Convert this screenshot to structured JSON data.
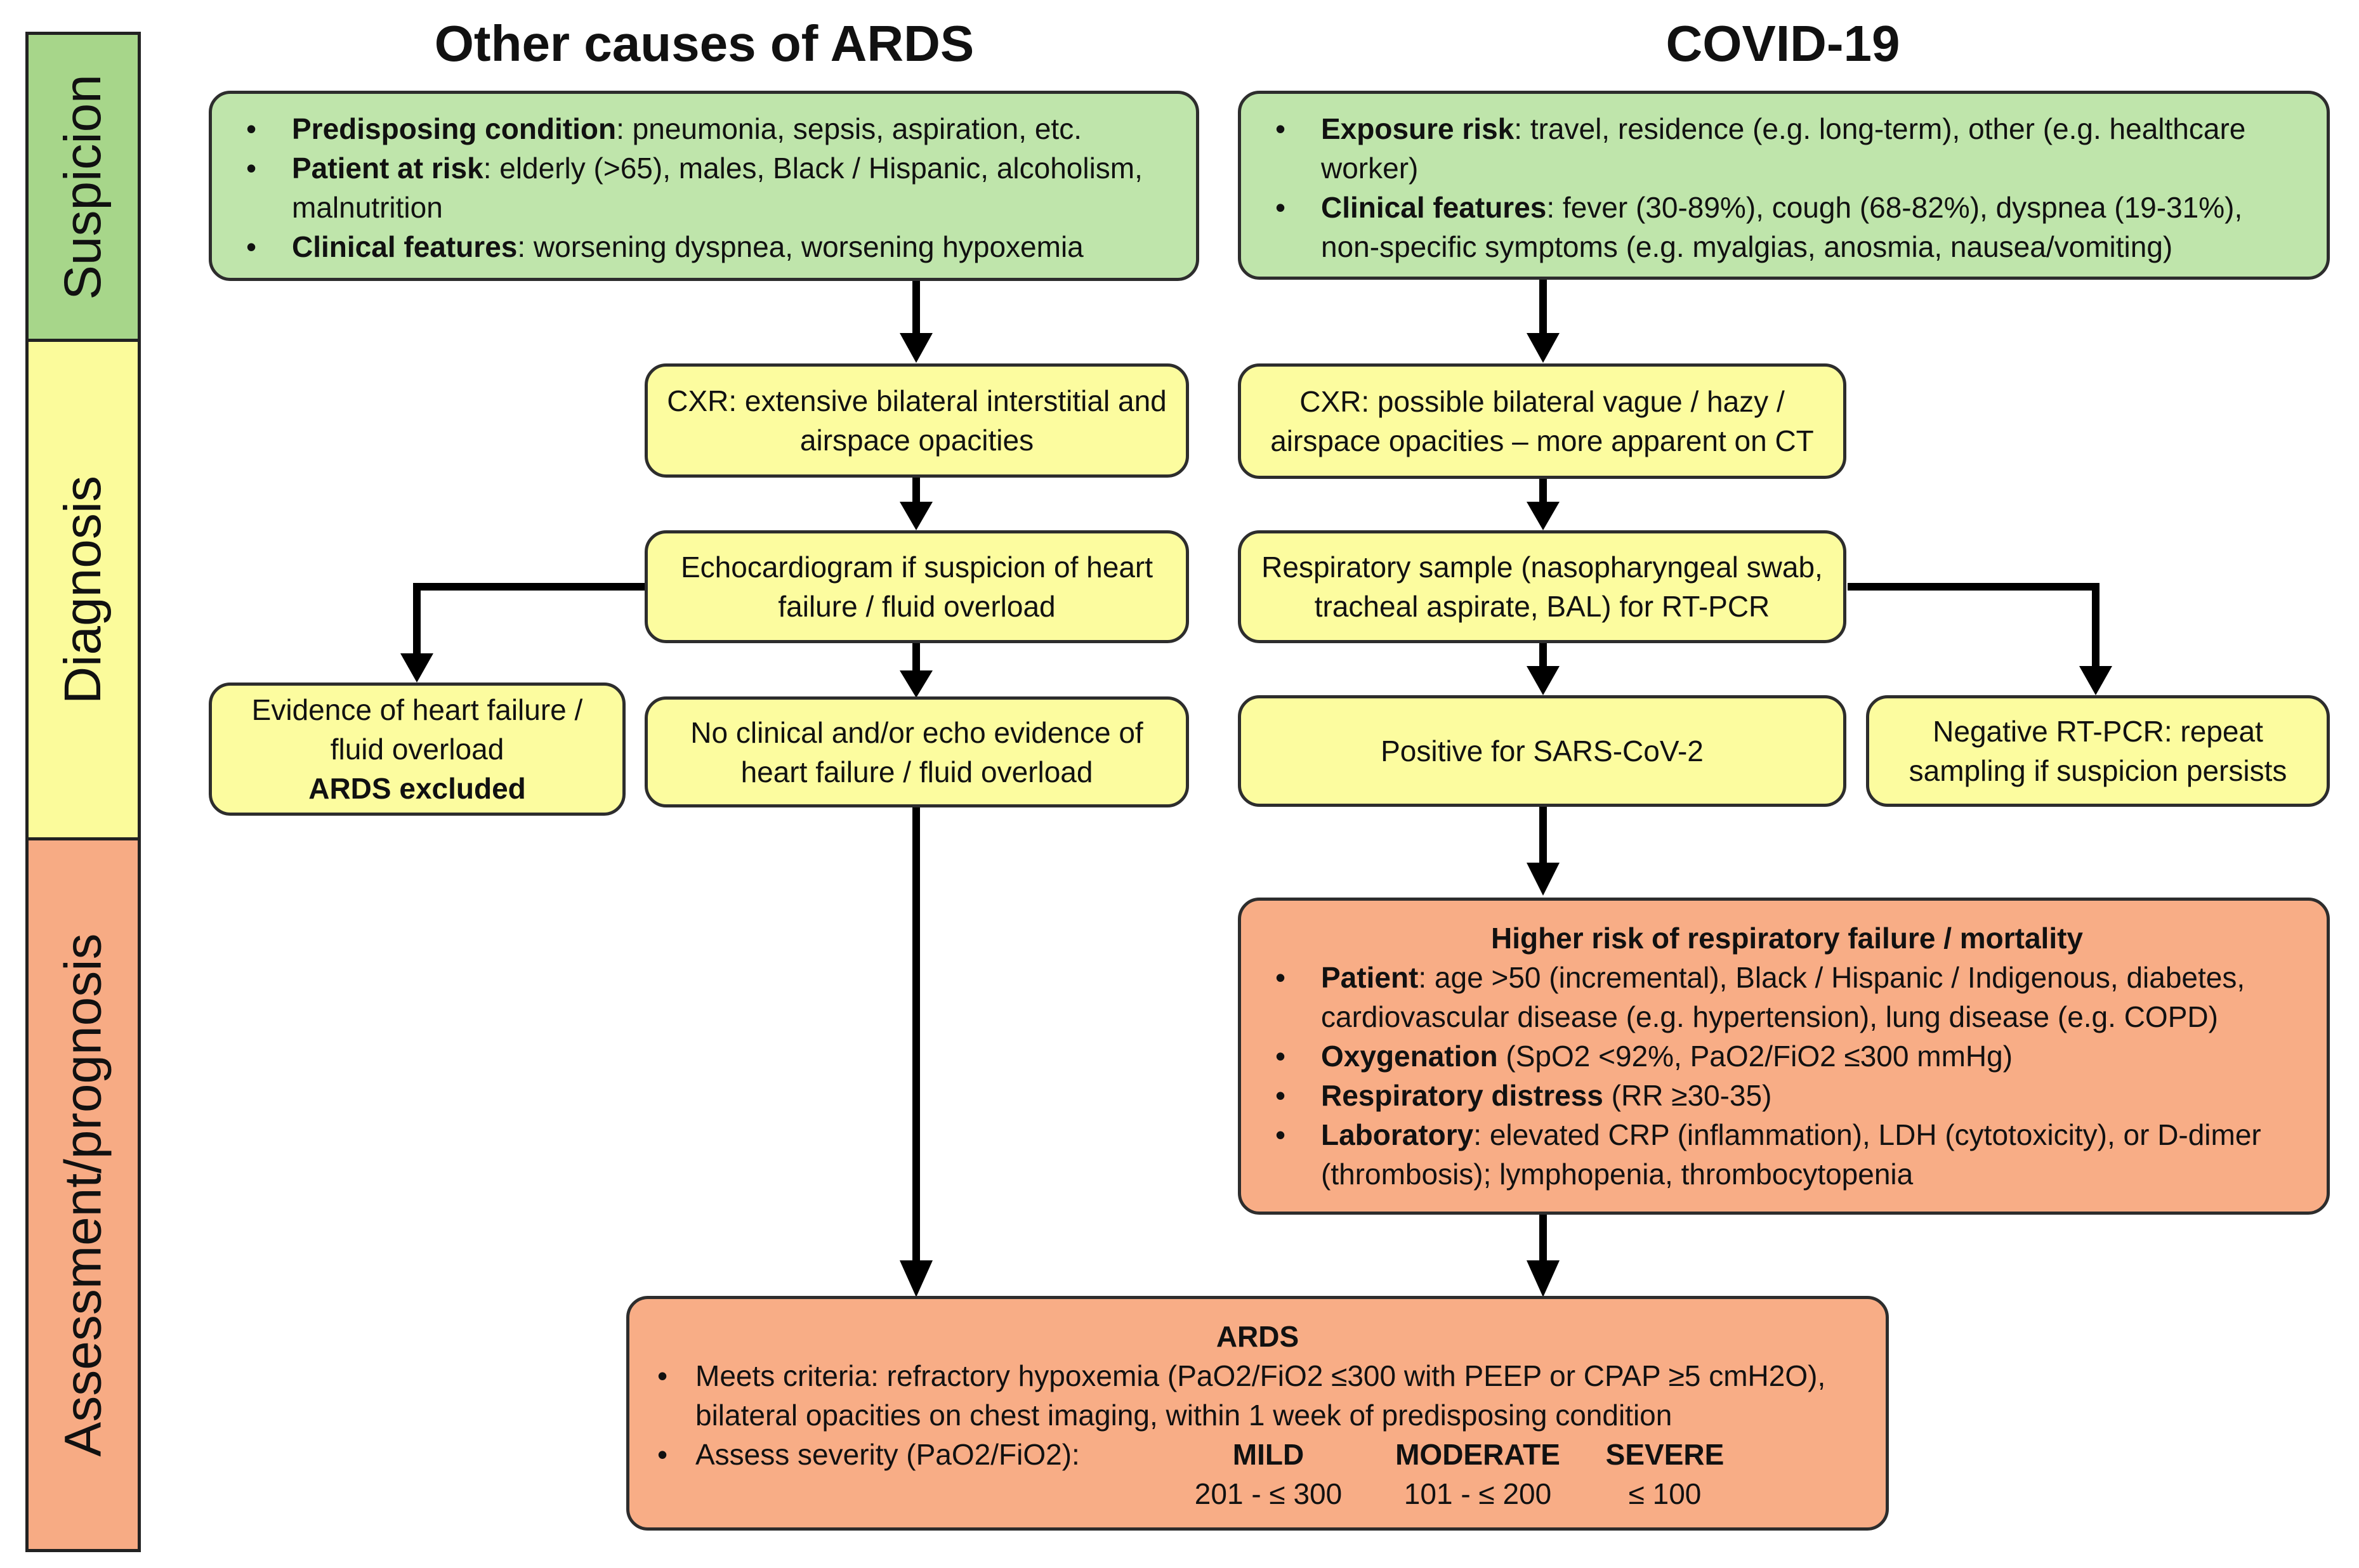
{
  "stages": {
    "suspicion": "Suspicion",
    "diagnosis": "Diagnosis",
    "assessment": "Assessment/prognosis"
  },
  "columns": {
    "left_title": "Other causes of ARDS",
    "right_title": "COVID-19"
  },
  "left": {
    "suspicion": [
      {
        "label": "Predisposing condition",
        "text": ":  pneumonia, sepsis, aspiration, etc."
      },
      {
        "label": "Patient at risk",
        "text": ":  elderly (>65), males, Black / Hispanic, alcoholism, malnutrition"
      },
      {
        "label": "Clinical features",
        "text": ":  worsening dyspnea, worsening hypoxemia"
      }
    ],
    "cxr": "CXR: extensive bilateral interstitial and airspace opacities",
    "echo": "Echocardiogram if suspicion of heart failure / fluid overload",
    "hf_evidence": "Evidence of heart failure / fluid overload",
    "ards_excluded": "ARDS excluded",
    "no_evidence": "No clinical and/or echo evidence of heart failure / fluid overload"
  },
  "right": {
    "suspicion": [
      {
        "label": "Exposure risk",
        "text": ":  travel, residence (e.g. long-term), other (e.g. healthcare worker)"
      },
      {
        "label": "Clinical features",
        "text": ":  fever (30-89%), cough (68-82%), dyspnea (19-31%), non-specific symptoms (e.g. myalgias, anosmia, nausea/vomiting)"
      }
    ],
    "cxr": "CXR: possible bilateral vague / hazy / airspace opacities – more apparent on CT",
    "sample": "Respiratory sample (nasopharyngeal swab, tracheal aspirate, BAL) for RT-PCR",
    "positive": "Positive for SARS-CoV-2",
    "negative": "Negative RT-PCR:  repeat sampling if suspicion persists",
    "risk": {
      "title": "Higher risk of respiratory failure / mortality",
      "items": [
        {
          "label": "Patient",
          "text": ":  age >50 (incremental), Black / Hispanic / Indigenous, diabetes, cardiovascular disease (e.g. hypertension), lung disease (e.g. COPD)"
        },
        {
          "label": "Oxygenation",
          "text": " (SpO2 <92%, PaO2/FiO2 ≤300 mmHg)"
        },
        {
          "label": "Respiratory distress",
          "text": " (RR ≥30-35)"
        },
        {
          "label": "Laboratory",
          "text": ":  elevated CRP (inflammation), LDH (cytotoxicity), or D-dimer (thrombosis); lymphopenia, thrombocytopenia"
        }
      ]
    }
  },
  "ards": {
    "title": "ARDS",
    "criteria": "Meets criteria:  refractory hypoxemia (PaO2/FiO2 ≤300 with PEEP or CPAP ≥5 cmH2O), bilateral opacities on chest imaging, within 1 week of predisposing condition",
    "severity_lead": "Assess severity (PaO2/FiO2):",
    "severity": [
      {
        "name": "MILD",
        "range": "201 - ≤ 300"
      },
      {
        "name": "MODERATE",
        "range": "101 - ≤ 200"
      },
      {
        "name": "SEVERE",
        "range": "≤ 100"
      }
    ]
  },
  "colors": {
    "suspicion_band": "#a7d68a",
    "diagnosis_band": "#fbfb9b",
    "assessment_band": "#f7ab84",
    "green_box": "#bfe5ab",
    "yellow_box": "#fcfc9f",
    "orange_box": "#f8ad86",
    "arrow": "#000000"
  }
}
